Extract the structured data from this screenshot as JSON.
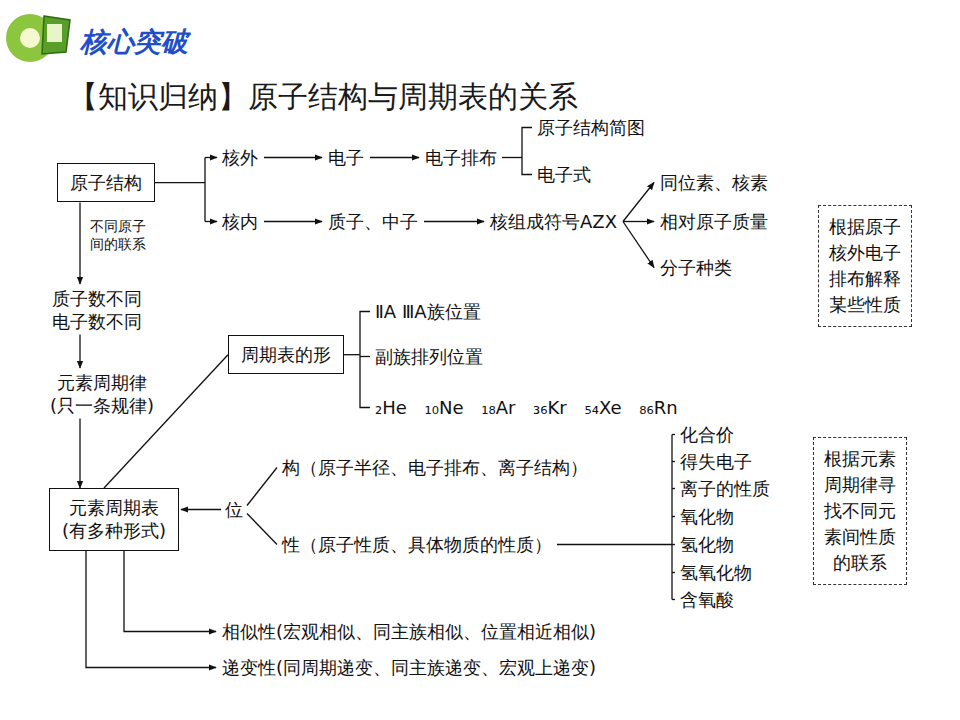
{
  "diagram": {
    "title": "【知识归纳】原子结构与周期表的关系",
    "nodes": [
      {
        "text": [
          "原子结构"
        ]
      },
      {
        "text": [
          "根据原子 核外电子 排布解释 某些性质"
        ]
      },
      {
        "text": [
          "周期表的形"
        ]
      },
      {
        "text": [
          "元素周期表 (有多种形式)"
        ]
      },
      {
        "text": [
          "根据元素 周期律寻 找不同元 素间性质 的联系"
        ]
      }
    ],
    "edges": [
      {
        "from": 2,
        "to": 3,
        "arrow": "none"
      }
    ],
    "labels": [
      "核心突破",
      "核外",
      "电子",
      "电子排布",
      "原子结构简图",
      "电子式",
      "核内",
      "质子、中子",
      "核组成符号AZX",
      "同位素、核素",
      "相对原子质量",
      "分子种类",
      "不同原子 间的联系",
      "质子数不同 电子数不同",
      "元素周期律 (只一条规律)",
      "ⅡA ⅢA族位置",
      "副族排列位置",
      "₂He ₁₀Ne ₁₈Ar ₃₆Kr ₅₄Xe ₈₆Rn",
      "位",
      "构（原子半径、电子排布、离子结构）",
      "性（原子性质、具体物质的性质）",
      "化合价",
      "得失电子",
      "离子的性质",
      "氧化物",
      "氢化物",
      "氢氧化物",
      "含氧酸",
      "相似性(宏观相似、同主族相似、位置相近相似)",
      "递变性(同周期递变、同主族递变、宏观上递变)"
    ]
  }
}
